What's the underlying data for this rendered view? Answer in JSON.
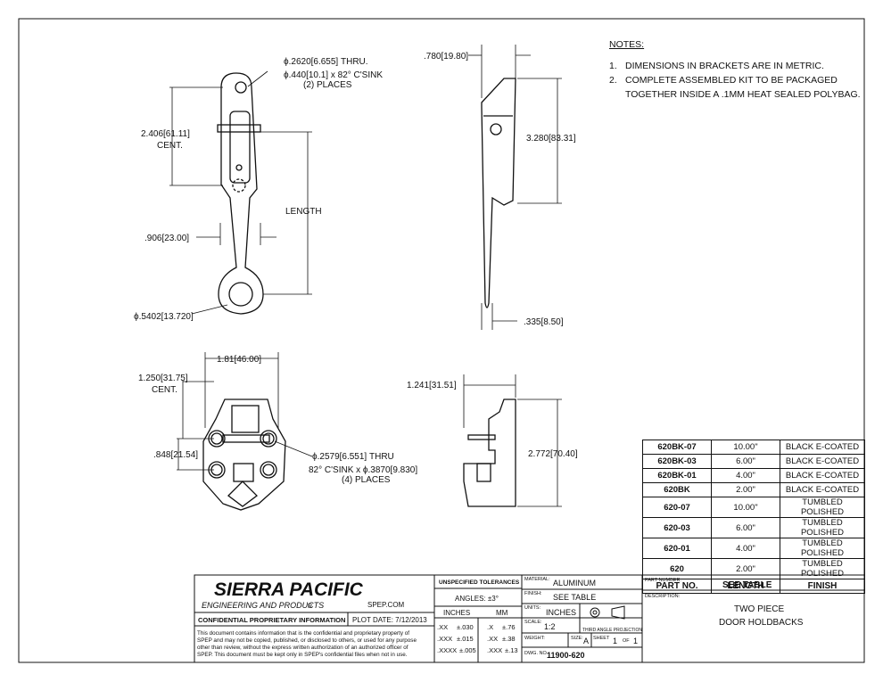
{
  "notes": {
    "heading": "NOTES:",
    "items": [
      {
        "num": "1.",
        "text": "DIMENSIONS IN BRACKETS ARE IN METRIC."
      },
      {
        "num": "2.",
        "text": "COMPLETE ASSEMBLED KIT TO BE PACKAGED"
      },
      {
        "num": "",
        "text": "TOGETHER INSIDE A .1MM HEAT SEALED POLYBAG."
      }
    ]
  },
  "dims": {
    "hole_dia": "ϕ.2620[6.655] THRU.",
    "csink": "ϕ.440[10.1] x 82° C'SINK",
    "places2": "(2) PLACES",
    "cent_2406": "2.406[61.11]",
    "cent_label": "CENT.",
    "length": "LENGTH",
    "w_906": ".906[23.00]",
    "eye_dia": "ϕ.5402[13.720]",
    "d_780": ".780[19.80]",
    "h_3280": "3.280[83.31]",
    "d_335": ".335[8.50]",
    "w_181": "1.81[46.00]",
    "cent_1250": "1.250[31.75]",
    "cent_label2": "CENT.",
    "d_848": ".848[21.54]",
    "hole4": "ϕ.2579[6.551] THRU",
    "csink4": "82° C'SINK x ϕ.3870[9.830]",
    "places4": "(4) PLACES",
    "d_1241": "1.241[31.51]",
    "h_2772": "2.772[70.40]"
  },
  "parts_table": {
    "rows": [
      {
        "part": "620BK-07",
        "length": "10.00\"",
        "finish": "BLACK E-COATED"
      },
      {
        "part": "620BK-03",
        "length": "6.00\"",
        "finish": "BLACK E-COATED"
      },
      {
        "part": "620BK-01",
        "length": "4.00\"",
        "finish": "BLACK E-COATED"
      },
      {
        "part": "620BK",
        "length": "2.00\"",
        "finish": "BLACK E-COATED"
      },
      {
        "part": "620-07",
        "length": "10.00\"",
        "finish": "TUMBLED POLISHED"
      },
      {
        "part": "620-03",
        "length": "6.00\"",
        "finish": "TUMBLED POLISHED"
      },
      {
        "part": "620-01",
        "length": "4.00\"",
        "finish": "TUMBLED POLISHED"
      },
      {
        "part": "620",
        "length": "2.00\"",
        "finish": "TUMBLED POLISHED"
      }
    ],
    "header": {
      "part": "PART NO.",
      "length": "LENGTH",
      "finish": "FINISH"
    }
  },
  "title_block": {
    "company": "SIERRA PACIFIC",
    "company_sub": "ENGINEERING AND PRODUCTS",
    "registered": "R",
    "website": "SPEP.COM",
    "confidential_title": "CONFIDENTIAL PROPRIETARY INFORMATION",
    "plot_date": "PLOT DATE: 7/12/2013",
    "confidential_text": [
      "This document contains information that is the confidential and proprietary property of",
      "SPEP and may not be copied, published, or disclosed to others, or used for any purpose",
      "other than review, without the express written authorization of an authorized officer of",
      "SPEP. This document must be kept only in SPEP's confidential files when not in use."
    ],
    "tol_title": "UNSPECIFIED TOLERANCES",
    "angles": "ANGLES: ±3°",
    "inches": "INCHES",
    "mm": "MM",
    "tol_rows": [
      {
        "in": ".XX",
        "in_val": "±.030",
        "mm": ".X",
        "mm_val": "±.76"
      },
      {
        "in": ".XXX",
        "in_val": "±.015",
        "mm": ".XX",
        "mm_val": "±.38"
      },
      {
        "in": ".XXXX",
        "in_val": "±.005",
        "mm": ".XXX",
        "mm_val": "±.13"
      }
    ],
    "material_label": "MATERIAL:",
    "material": "ALUMINUM",
    "finish_label": "FINISH:",
    "finish": "SEE TABLE",
    "units_label": "UNITS:",
    "units": "INCHES",
    "scale_label": "SCALE:",
    "scale": "1:2",
    "projection": "THIRD ANGLE PROJECTION",
    "weight_label": "WEIGHT:",
    "size_label": "SIZE:",
    "size": "A",
    "sheet_label": "SHEET",
    "sheet": "1",
    "of_label": "OF",
    "sheets": "1",
    "dwg_label": "DWG. NO.",
    "dwg": "11900-620",
    "partnum_label": "PART NUMBER:",
    "partnum": "SEE TABLE",
    "desc_label": "DESCRIPTION:",
    "desc1": "TWO PIECE",
    "desc2": "DOOR HOLDBACKS"
  }
}
